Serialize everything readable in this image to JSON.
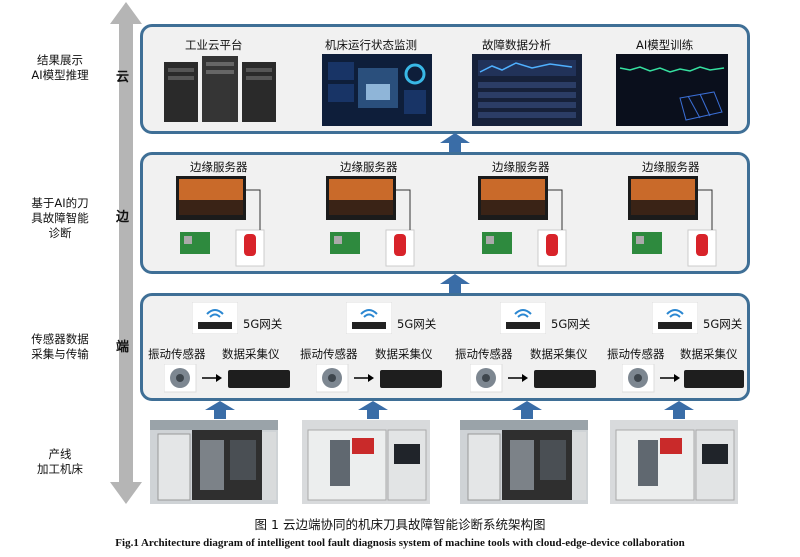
{
  "layers": {
    "cloud": {
      "side_label": [
        "结果展示",
        "AI模型推理"
      ],
      "axis_char": "云",
      "panels": [
        "工业云平台",
        "机床运行状态监测",
        "故障数据分析",
        "AI模型训练"
      ]
    },
    "edge": {
      "side_label": [
        "基于AI的刀",
        "具故障智能",
        "诊断"
      ],
      "axis_char": "边",
      "panels": [
        "边缘服务器",
        "边缘服务器",
        "边缘服务器",
        "边缘服务器"
      ]
    },
    "device": {
      "side_label": [
        "传感器数据",
        "采集与传输"
      ],
      "axis_char": "端",
      "gateway": "5G网关",
      "sensor": "振动传感器",
      "collector": "数据采集仪"
    },
    "production": {
      "side_label": [
        "产线",
        "加工机床"
      ]
    }
  },
  "caption": {
    "cn": "图 1   云边端协同的机床刀具故障智能诊断系统架构图",
    "en": "Fig.1    Architecture diagram of intelligent tool fault diagnosis system of machine tools with cloud-edge-device collaboration"
  },
  "colors": {
    "frame": "#3f6f96",
    "arrow_blue": "#3a6da7",
    "axis_gray": "#b5b5b5"
  }
}
